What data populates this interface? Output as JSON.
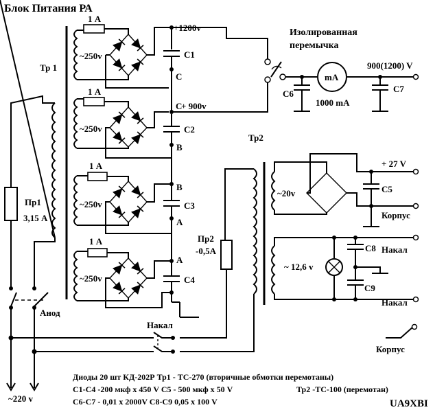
{
  "title": "Блок Питания РА",
  "callsign": "UA9XBI",
  "labels": {
    "tr1": "Тр 1",
    "tr2": "Тр2",
    "pr1_name": "Пр1",
    "pr1_value": "3,15 А",
    "pr2_name": "Пр2",
    "pr2_value": "-0,5А",
    "anod": "Анод",
    "nakal_switch": "Накал",
    "mains": "~220 v",
    "fuse_1a": "1 А",
    "secondary_250": "~250v",
    "v1200": "+1200v",
    "v900": "+ 900v",
    "node_c": "С",
    "node_v": "В",
    "node_a": "А",
    "c1": "С1",
    "c2": "С2",
    "c3": "С3",
    "c4": "С4",
    "c5": "С5",
    "c6": "С6",
    "c7": "С7",
    "c8": "С8",
    "c9": "С9",
    "jumper_line1": "Изолированная",
    "jumper_line2": "перемычка",
    "meter": "mA",
    "meter_range": "1000 mA",
    "output_voltage": "900(1200) V",
    "secondary_20": "~20v",
    "plus27": "+ 27 V",
    "korpus": "Корпус",
    "secondary_12": "~ 12,6 v",
    "nakal_out": "Накал"
  },
  "notes": {
    "line1": "Диоды 20 шт КД-202Р    Тр1 - ТС-270 (вторичные обмотки перемотаны)",
    "line2": "С1-С4 -200 мкф х 450 V С5 - 500 мкф х 50 V",
    "line2b": "Тр2 -ТС-100 (перемотан)",
    "line3": "С6-С7 - 0,01 х 2000V  С8-С9  0,05 х 100 V"
  }
}
